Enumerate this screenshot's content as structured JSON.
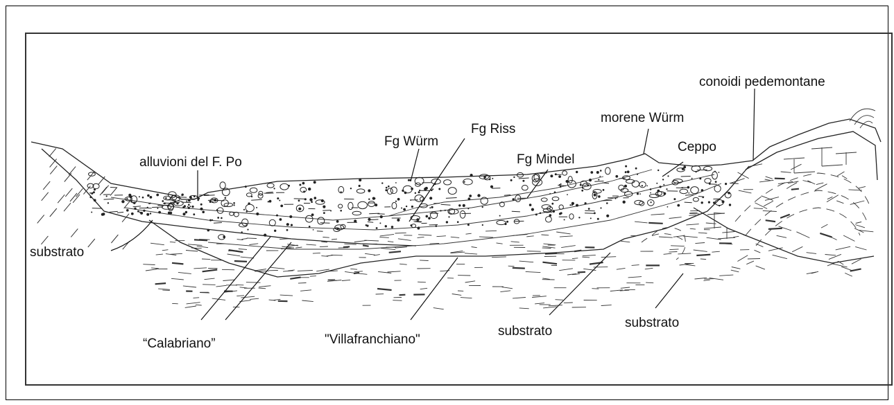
{
  "labels": {
    "conoidi": "conoidi pedemontane",
    "morene": "morene Würm",
    "fg_riss": "Fg Riss",
    "fg_wurm": "Fg Würm",
    "fg_mindel": "Fg Mindel",
    "ceppo": "Ceppo",
    "alluvioni": "alluvioni del F. Po",
    "substrato_left": "substrato",
    "calabriano": "“Calabriano”",
    "villafranchiano": "\"Villafranchiano\"",
    "substrato_mid": "substrato",
    "substrato_right": "substrato"
  }
}
